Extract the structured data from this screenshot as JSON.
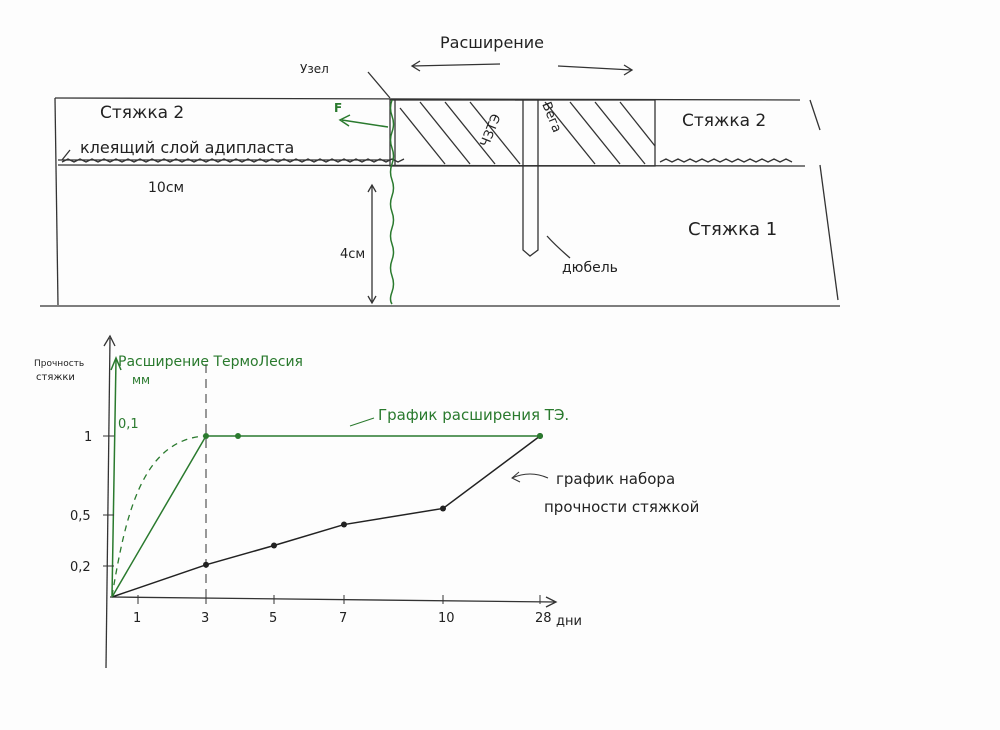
{
  "diagram": {
    "expansion_label": "Расширение",
    "node_label": "Узел",
    "screed2_left": "Стяжка 2",
    "screed2_right": "Стяжка 2",
    "screed1": "Стяжка 1",
    "adhesive_label": "клеящий слой адипласта",
    "force_label": "F",
    "width_label": "10см",
    "depth_label": "4см",
    "te_label": "ЧЗТЭ",
    "vedga_label": "Вега",
    "dowel_label": "дюбель"
  },
  "chart": {
    "y_axis_title_line1": "Прочность",
    "y_axis_title_line2": "стяжки",
    "y2_axis_title": "Расширение ТермоЛесия",
    "y2_unit": "мм",
    "y2_tick": "0,1",
    "x_unit": "дни",
    "te_curve_label": "График расширения ТЭ.",
    "strength_curve_label_line1": "график набора",
    "strength_curve_label_line2": "прочности стяжкой",
    "colors": {
      "ink": "#222222",
      "green": "#2a7a2e"
    }
  },
  "chart_data": {
    "type": "line",
    "x_ticks": [
      "1",
      "3",
      "5",
      "7",
      "10",
      "28"
    ],
    "y_ticks": [
      "0,2",
      "0,5",
      "1"
    ],
    "y2_ticks": [
      "0,1"
    ],
    "series": [
      {
        "name": "график набора прочности стяжкой",
        "color": "#222222",
        "x": [
          0,
          3,
          5,
          7,
          10,
          28
        ],
        "y": [
          0,
          0.2,
          0.32,
          0.45,
          0.55,
          1.0
        ]
      },
      {
        "name": "График расширения ТЭ.",
        "color": "#2a7a2e",
        "x": [
          0,
          3,
          4,
          28
        ],
        "y": [
          0,
          1.0,
          1.0,
          1.0
        ]
      }
    ]
  }
}
